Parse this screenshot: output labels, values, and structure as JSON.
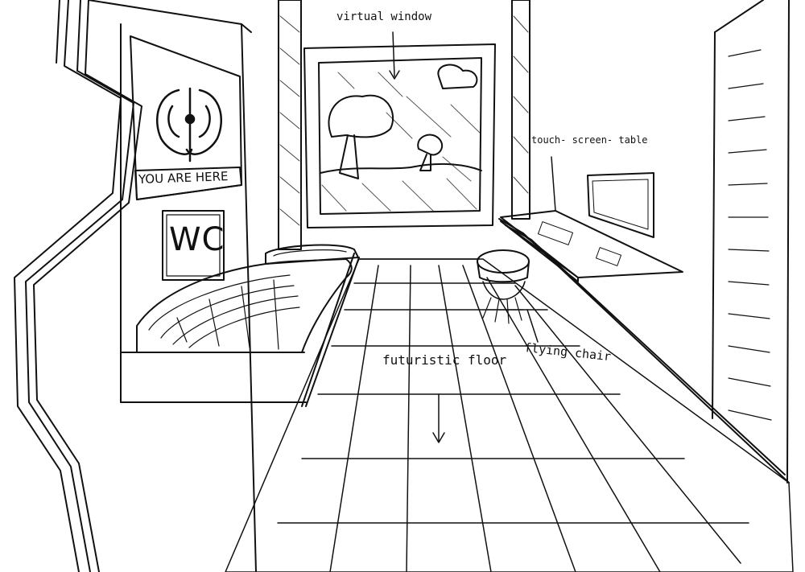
{
  "labels": {
    "virtual_window": "virtual window",
    "touch_screen_table": "touch- screen- table",
    "flying_chair": "flying chair",
    "futuristic_floor": "futuristic floor"
  },
  "signs": {
    "location_text": "YOU ARE HERE",
    "restroom_text": "WC"
  },
  "icons": [
    "map-icon",
    "window-scene-icon",
    "monitor-icon",
    "arrow-down-icon"
  ],
  "colors": {
    "ink": "#111111",
    "paper": "#ffffff"
  }
}
